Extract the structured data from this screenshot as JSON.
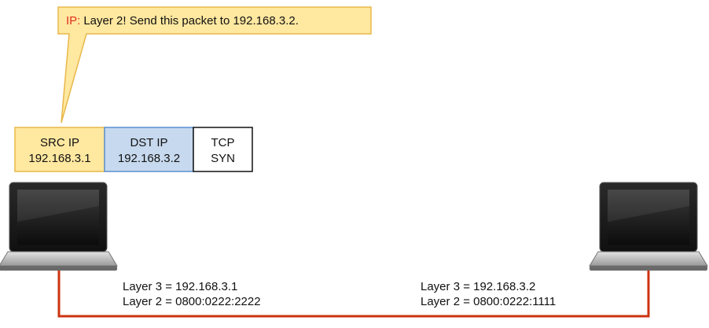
{
  "callout": {
    "prefix": "IP:",
    "message": "Layer 2! Send this packet to 192.168.3.2."
  },
  "packet": {
    "src_ip": {
      "label": "SRC IP",
      "value": "192.168.3.1"
    },
    "dst_ip": {
      "label": "DST IP",
      "value": "192.168.3.2"
    },
    "tcp": {
      "label": "TCP",
      "value": "SYN"
    }
  },
  "hosts": {
    "left": {
      "layer3": "Layer 3 = 192.168.3.1",
      "layer2": "Layer 2 = 0800:0222:2222"
    },
    "right": {
      "layer3": "Layer 3 = 192.168.3.2",
      "layer2": "Layer 2 = 0800:0222:1111"
    }
  },
  "colors": {
    "callout_fill": "#FFE8A0",
    "callout_border": "#E8B84A",
    "callout_prefix": "#E0301E",
    "src_fill": "#FFE8A0",
    "src_border": "#E8B84A",
    "dst_fill": "#C7D9EE",
    "dst_border": "#5A8FD0",
    "link_line": "#CC3311"
  }
}
